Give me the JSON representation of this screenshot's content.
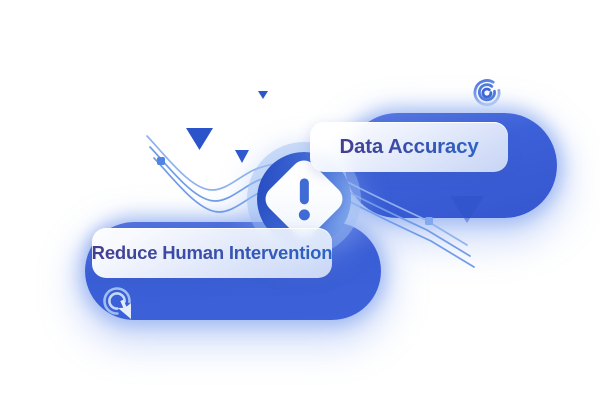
{
  "illustration": {
    "cards": [
      {
        "label": "Data Accuracy"
      },
      {
        "label": "Reduce Human Intervention"
      }
    ],
    "alert": {
      "icon": "exclamation-diamond",
      "glyph": "!"
    },
    "icons": [
      {
        "name": "spiral-target-icon"
      },
      {
        "name": "click-cursor-icon"
      }
    ],
    "colors": {
      "pill_blue": "#3b5fd7",
      "pill_blue_light": "#5b7ce2",
      "circle_dark": "#2a50c5",
      "circle_light": "#88adec",
      "line_blue": "#6f9ce9",
      "triangle_blue": "#2b54cb",
      "label_gradient_start": "#453e92",
      "label_gradient_end": "#2d63c6",
      "card_bg": "#f8fafe",
      "exclamation_blue": "#3e6bd4"
    }
  }
}
